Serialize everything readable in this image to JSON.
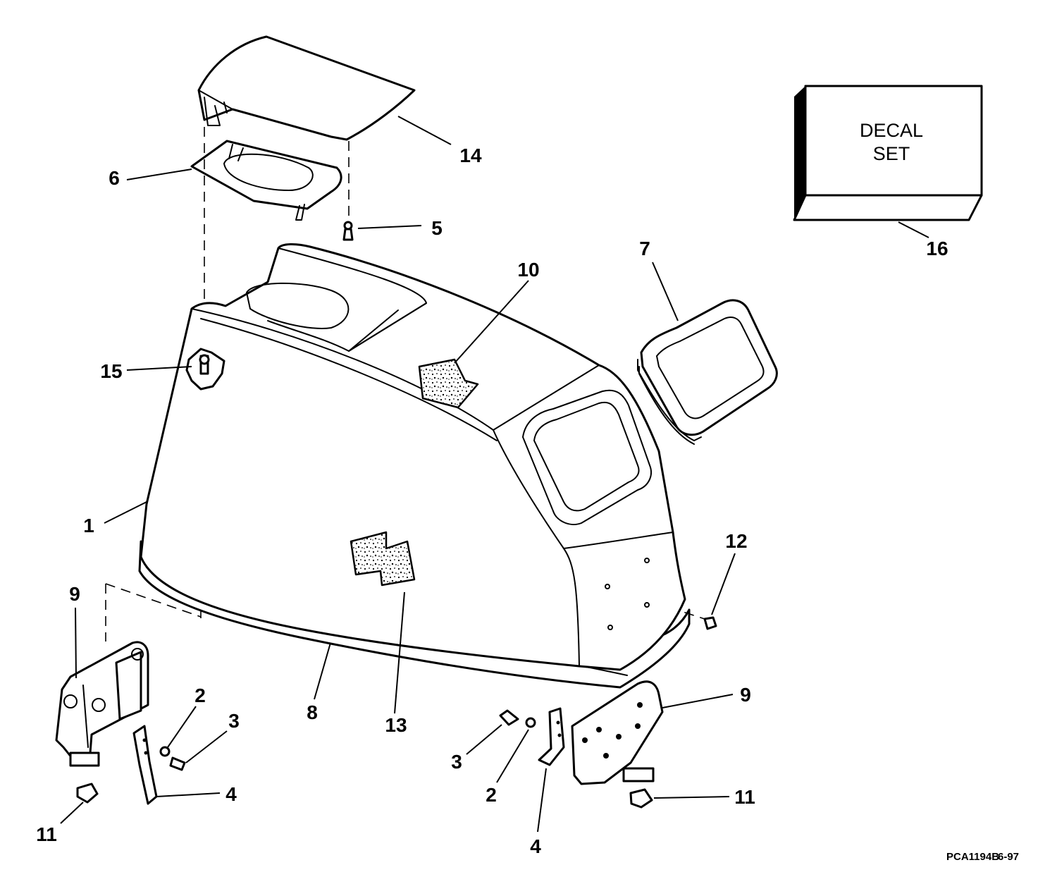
{
  "decal_set": {
    "line1": "DECAL",
    "line2": "SET"
  },
  "drawing_code": "PCA1194B",
  "drawing_date": "6-97",
  "callouts": {
    "c1": "1",
    "c2a": "2",
    "c2b": "2",
    "c3a": "3",
    "c3b": "3",
    "c4a": "4",
    "c4b": "4",
    "c5": "5",
    "c6": "6",
    "c7": "7",
    "c8": "8",
    "c9a": "9",
    "c9b": "9",
    "c10": "10",
    "c11a": "11",
    "c11b": "11",
    "c12": "12",
    "c13": "13",
    "c14": "14",
    "c15": "15",
    "c16": "16"
  },
  "colors": {
    "ink": "#000000",
    "paper": "#ffffff"
  }
}
